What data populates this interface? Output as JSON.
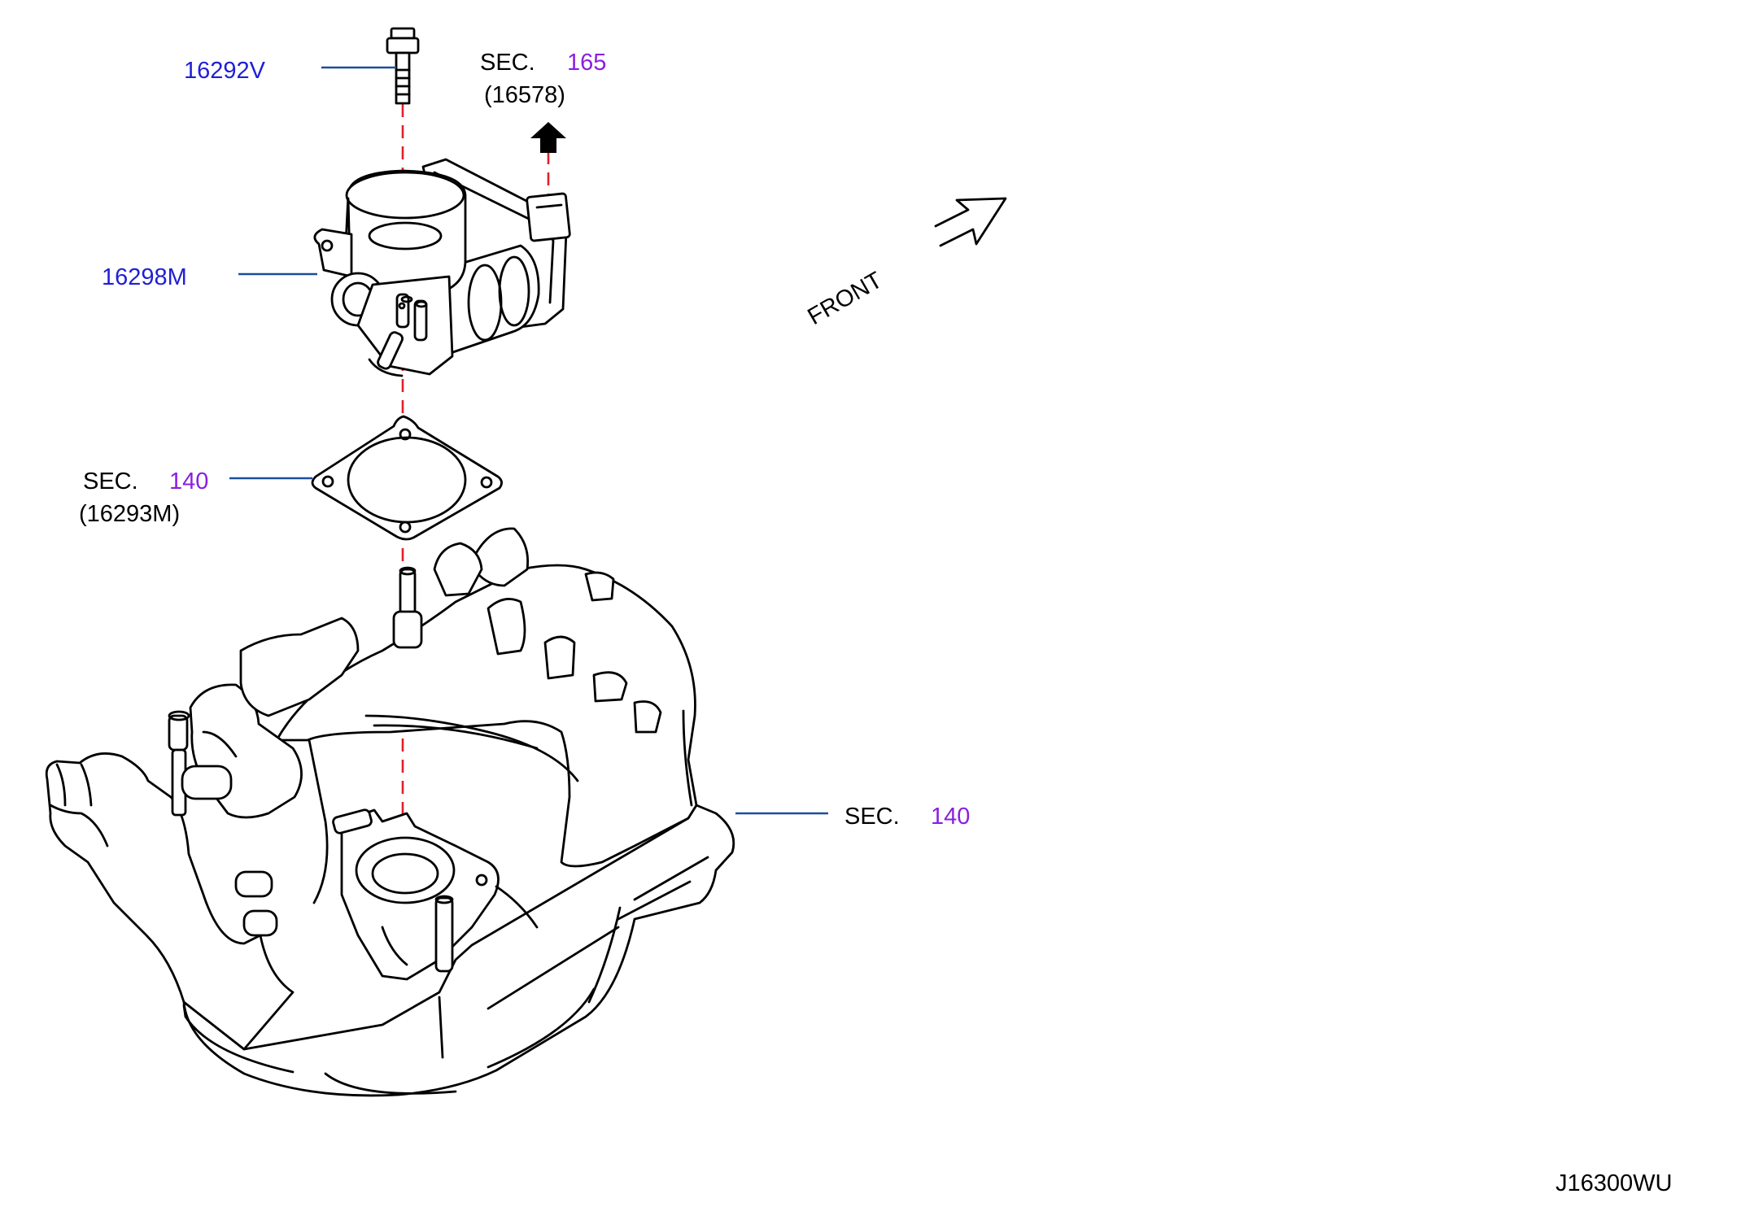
{
  "colors": {
    "part_number": "#1f1fd6",
    "section_number": "#8a1fe0",
    "leader_line": "#1a4f9c",
    "center_line": "#e0202a",
    "outline": "#000000"
  },
  "callouts": {
    "bolt": {
      "part_no": "16292V"
    },
    "throttle_body": {
      "part_no": "16298M"
    },
    "sensor_ref": {
      "sec_label": "SEC.",
      "sec_no": "165",
      "part_ref": "(16578)"
    },
    "gasket": {
      "sec_label": "SEC.",
      "sec_no": "140",
      "part_ref": "(16293M)"
    },
    "manifold": {
      "sec_label": "SEC.",
      "sec_no": "140"
    }
  },
  "direction": {
    "label": "FRONT",
    "icon": "front-arrow-icon"
  },
  "diagram_code": "J16300WU"
}
